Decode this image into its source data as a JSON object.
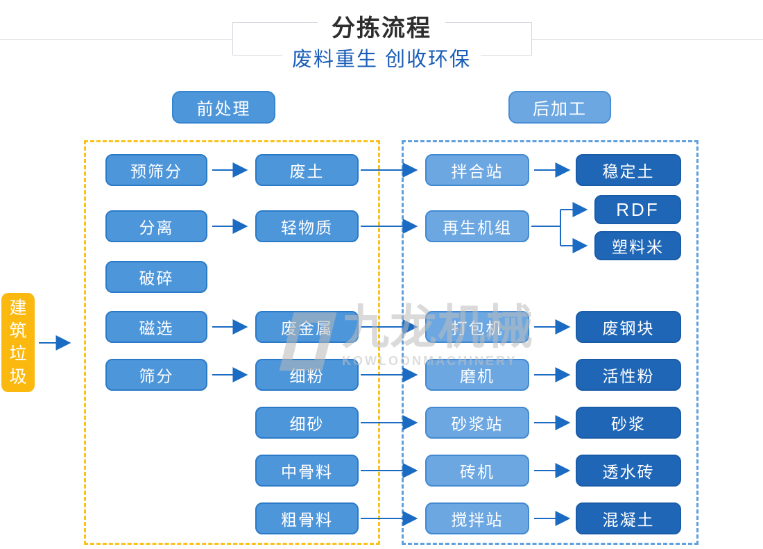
{
  "header": {
    "title": "分拣流程",
    "subtitle": "废料重生 创收环保"
  },
  "sections": {
    "pre": "前处理",
    "post": "后加工"
  },
  "source": "建筑垃圾",
  "nodes": {
    "pre_screening": "预筛分",
    "separation": "分离",
    "crushing": "破碎",
    "magnetic_separation": "磁选",
    "screening": "筛分",
    "waste_soil": "废土",
    "light_material": "轻物质",
    "waste_metal": "废金属",
    "fine_powder": "细粉",
    "fine_sand": "细砂",
    "medium_aggregate": "中骨料",
    "coarse_aggregate": "粗骨料",
    "mixing_plant": "拌合站",
    "regeneration_unit": "再生机组",
    "baler": "打包机",
    "mill": "磨机",
    "mortar_plant": "砂浆站",
    "brick_machine": "砖机",
    "concrete_plant": "搅拌站",
    "stabilized_soil": "稳定土",
    "rdf": "RDF",
    "plastic_pellets": "塑料米",
    "waste_steel": "废钢块",
    "active_powder": "活性粉",
    "mortar": "砂浆",
    "permeable_brick": "透水砖",
    "concrete": "混凝土"
  },
  "watermark": {
    "cn": "九龙机械",
    "en": "KOWLOONMACHINERY"
  },
  "colors": {
    "medium_blue": "#4e96da",
    "light_blue": "#6ca7e2",
    "dark_blue": "#1f66b6",
    "yellow": "#fbb90f",
    "yellow_dash": "#fbc21b",
    "blue_dash": "#5e9fdc",
    "arrow_blue": "#1b6bc3",
    "subtitle_blue": "#1a5eb8",
    "title_dark": "#2d2d2d"
  }
}
